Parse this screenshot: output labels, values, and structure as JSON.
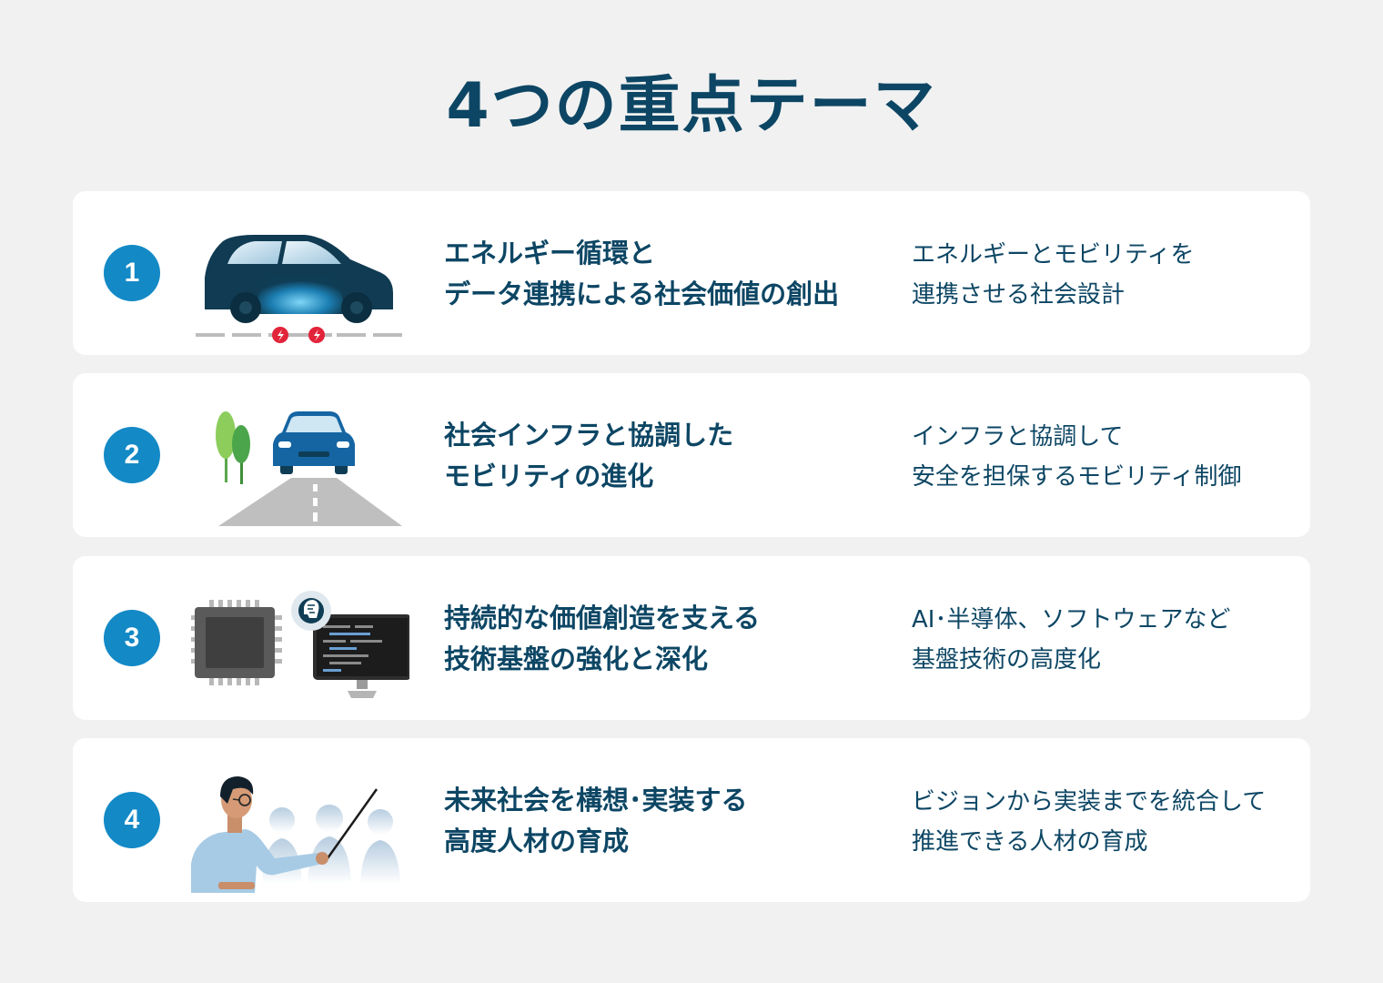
{
  "title": "4つの重点テーマ",
  "themes": [
    {
      "number": "1",
      "icon": "ev-car-charging-icon",
      "heading_lines": [
        "エネルギー循環と",
        "データ連携による社会価値の創出"
      ],
      "desc_lines": [
        "エネルギーとモビリティを",
        "連携させる社会設計"
      ]
    },
    {
      "number": "2",
      "icon": "car-on-road-icon",
      "heading_lines": [
        "社会インフラと協調した",
        "モビリティの進化"
      ],
      "desc_lines": [
        "インフラと協調して",
        "安全を担保するモビリティ制御"
      ]
    },
    {
      "number": "3",
      "icon": "chip-and-ai-monitor-icon",
      "heading_lines": [
        "持続的な価値創造を支える",
        "技術基盤の強化と深化"
      ],
      "desc_lines": [
        "AI･半導体、ソフトウェアなど",
        "基盤技術の高度化"
      ]
    },
    {
      "number": "4",
      "icon": "teacher-presenting-icon",
      "heading_lines": [
        "未来社会を構想･実装する",
        "高度人材の育成"
      ],
      "desc_lines": [
        "ビジョンから実装までを統合して",
        "推進できる人材の育成"
      ]
    }
  ],
  "colors": {
    "background": "#f1f1f1",
    "card": "#ffffff",
    "title": "#0d4664",
    "badge": "#1389c6",
    "accent_red": "#e2243a"
  }
}
